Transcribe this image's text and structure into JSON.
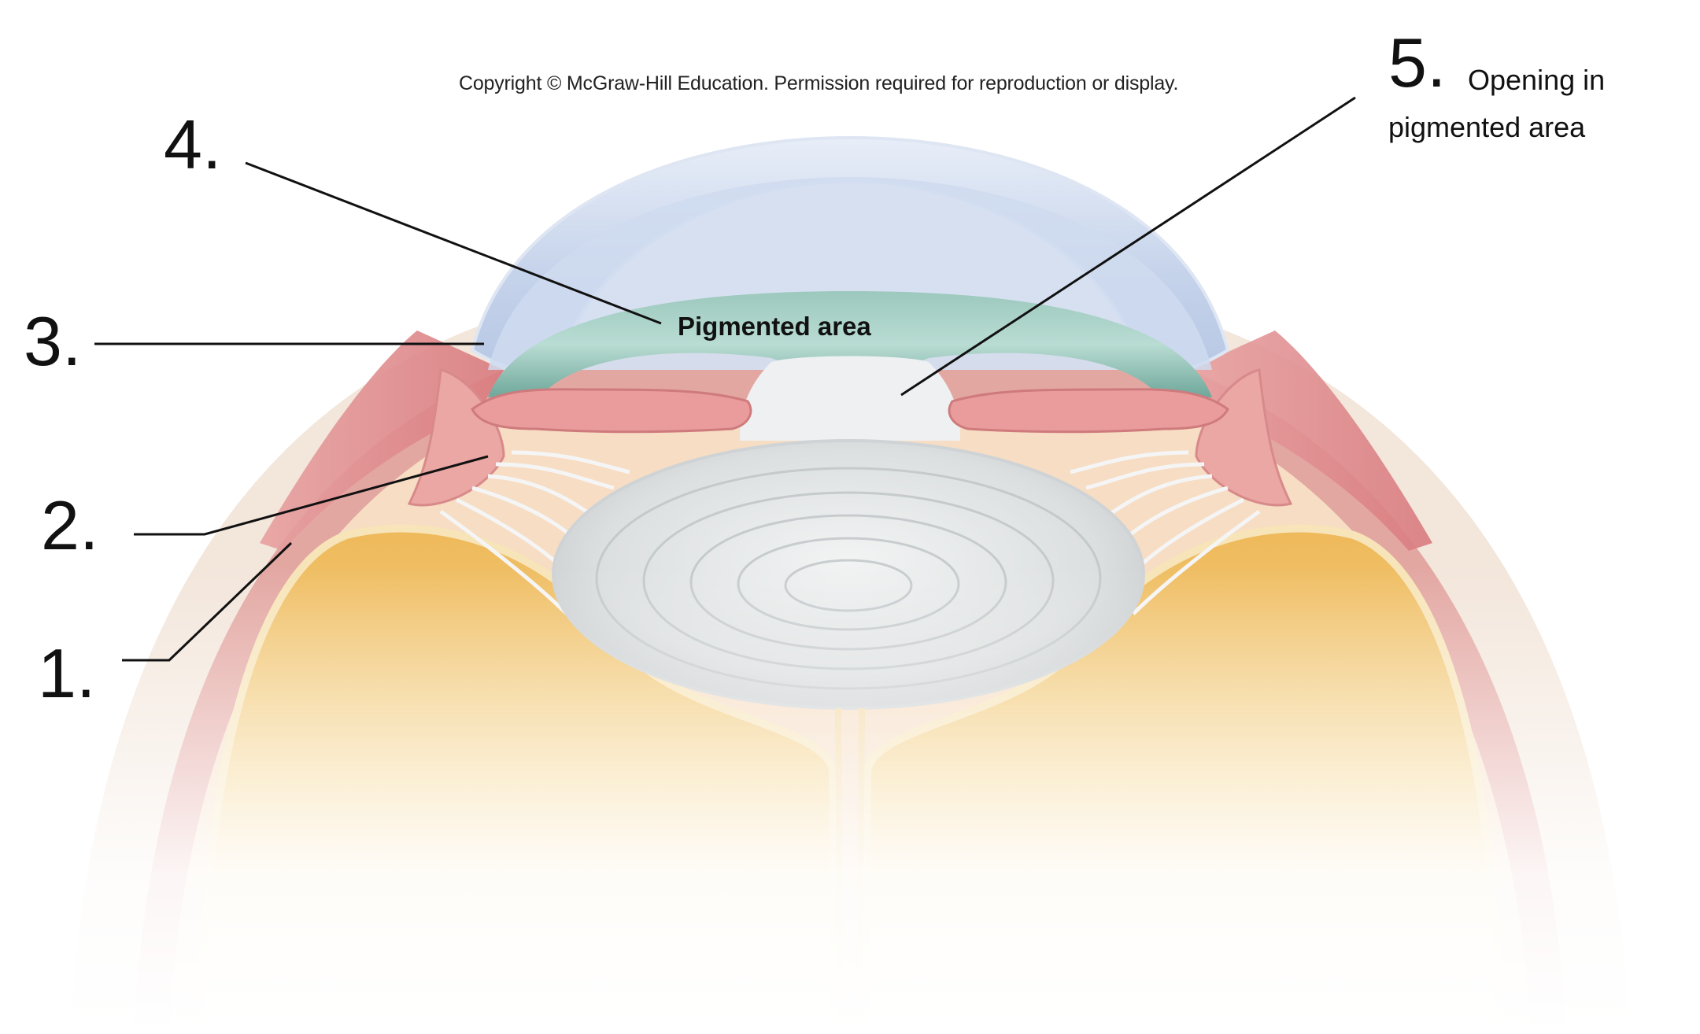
{
  "copyright": "Copyright © McGraw-Hill Education. Permission required for reproduction or display.",
  "inline_label": "Pigmented area",
  "labels": {
    "n1": "1.",
    "n2": "2.",
    "n3": "3.",
    "n4": "4.",
    "n5": "5.",
    "n5_text_line1": "Opening in",
    "n5_text_line2": "pigmented area"
  },
  "colors": {
    "cornea": "#c9d6ec",
    "iris": "#8fbdb3",
    "ciliary": "#e9a3a3",
    "vitreous": "#f1c46c",
    "lens": "#d9dcde",
    "sclera": "#f2e3d6"
  }
}
